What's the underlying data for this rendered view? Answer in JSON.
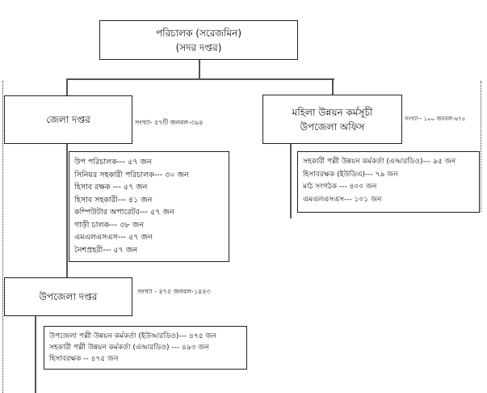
{
  "top": {
    "line1": "পরিচালক (সরেজমিন)",
    "line2": "(সদর দপ্তর)"
  },
  "jela": {
    "title": "জেলা দপ্তর",
    "stats": "সংখ্যা- ৫৭টি   জনবল-৩৯৪",
    "items": [
      "উপ পরিচালক---  ৫৭ জন",
      "সিনিয়র সহকারী পরিচালক---  ৩০ জন",
      "হিসাব রক্ষক ---  ৫৭ জন",
      "হিসাব সহকারী---  ৪১ জন",
      "কম্পিউটার অপারেটর---  ৫৭ জন",
      "গাড়ী চালক---  ৩৮ জন",
      "এমএলএসএস---  ৫৭ জন",
      "নৈশপ্রহরী---  ৫৭ জন"
    ]
  },
  "mohila": {
    "line1": "মহিলা উন্নয়ন কর্মসূচী",
    "line2": "উপজেলা অফিস",
    "stats": "সংখ্যা-- ১০০  জনবল-৬৭৫",
    "items": [
      "সহকারী পল্লী উন্নয়ন কর্মকর্তা (এআরডিও)---  ৯৫ জন",
      "হিসাবরক্ষক (ইউডিএ)---  ৭৯ জন",
      "মাঠ সংগঠক ---  ৪০০ জন",
      "এমএলএসএস---  ১০১ জন"
    ]
  },
  "upojela": {
    "title": "উপজেলা দপ্তর",
    "stats": "সংখ্যা - ৪৭৫   জনবল-১৪৪৩",
    "items": [
      "উপজেলা পল্লী উন্নয়ন কর্মকর্তা (ইউআরডিও)---  ৪৭৫ জন",
      "সহকারী পল্লী উন্নয়ন কর্মকর্তা (এআরডিও) ---  ৪৯৩ জন",
      "হিসাবরক্ষক --  ৪৭৫ জন"
    ]
  }
}
